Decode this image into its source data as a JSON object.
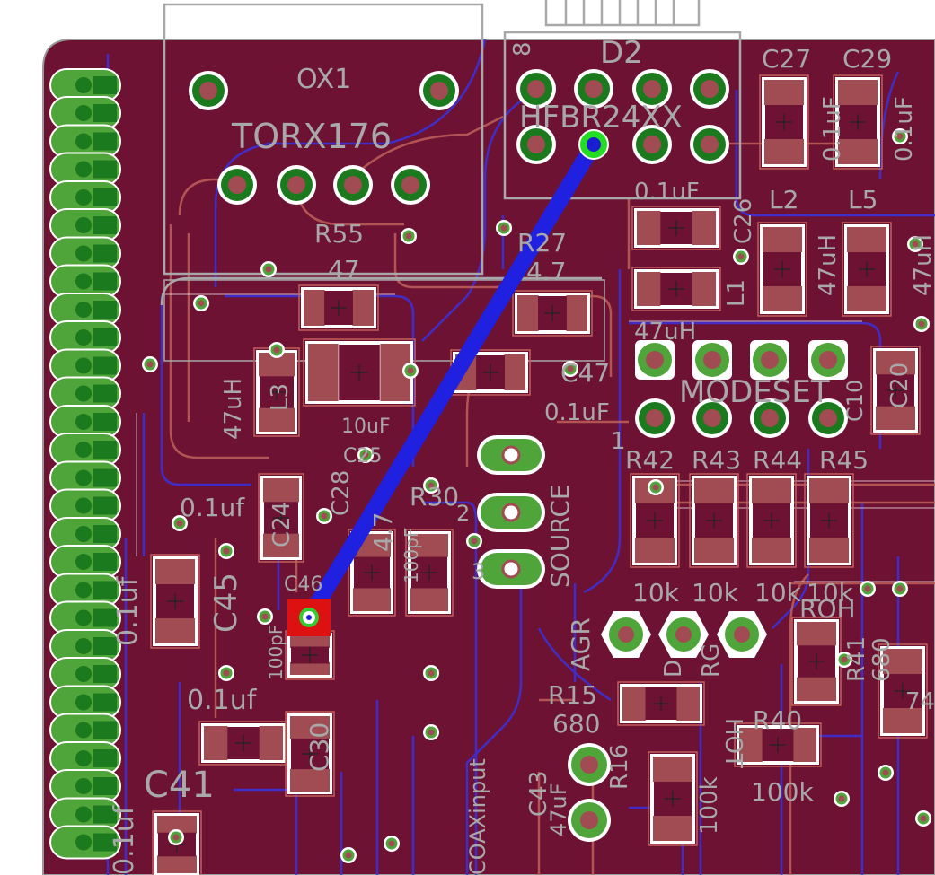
{
  "colors": {
    "board": "#6e1233",
    "copper_bottom": "#3c30d8",
    "copper_top": "#c0605a",
    "silkscreen": "#a8a8a8",
    "pad_green": "#4fa43a",
    "pad_dark": "#1c7a1e",
    "pad_copper": "#a14c52",
    "selected_trace": "#2020e0",
    "selected_pad": "#dd1111"
  },
  "labels": [
    {
      "id": "ox1",
      "text": "OX1"
    },
    {
      "id": "torx",
      "text": "TORX176"
    },
    {
      "id": "d2",
      "text": "D2"
    },
    {
      "id": "d2-1",
      "text": "8"
    },
    {
      "id": "hfbr",
      "text": "HFBR24XX"
    },
    {
      "id": "c27",
      "text": "C27"
    },
    {
      "id": "c29",
      "text": "C29"
    },
    {
      "id": "c27v",
      "text": "0.1uF"
    },
    {
      "id": "c29v",
      "text": "0.1uF"
    },
    {
      "id": "c26v",
      "text": "0.1uF"
    },
    {
      "id": "c26",
      "text": "C26"
    },
    {
      "id": "l2",
      "text": "L2"
    },
    {
      "id": "l5",
      "text": "L5"
    },
    {
      "id": "l2v",
      "text": "47uH"
    },
    {
      "id": "l5v",
      "text": "47uH"
    },
    {
      "id": "l1",
      "text": "L1"
    },
    {
      "id": "l1v",
      "text": "47uH"
    },
    {
      "id": "r55",
      "text": "R55"
    },
    {
      "id": "r55v",
      "text": "47"
    },
    {
      "id": "r27",
      "text": "R27"
    },
    {
      "id": "r27v",
      "text": "4.7"
    },
    {
      "id": "c47",
      "text": "C47"
    },
    {
      "id": "c47v",
      "text": "0.1uF"
    },
    {
      "id": "mode",
      "text": "MODESET"
    },
    {
      "id": "c10",
      "text": "C10"
    },
    {
      "id": "c20",
      "text": "C20"
    },
    {
      "id": "l3v",
      "text": "47uH"
    },
    {
      "id": "l3",
      "text": "L3"
    },
    {
      "id": "c10uf",
      "text": "10uF"
    },
    {
      "id": "c25",
      "text": "C25"
    },
    {
      "id": "c28",
      "text": "C28"
    },
    {
      "id": "c24",
      "text": "C24"
    },
    {
      "id": "c24v",
      "text": "0.1uf"
    },
    {
      "id": "r30",
      "text": "R30"
    },
    {
      "id": "r30v",
      "text": "4.7"
    },
    {
      "id": "c100p",
      "text": "100pF"
    },
    {
      "id": "src",
      "text": "SOURCE"
    },
    {
      "id": "p1",
      "text": "1"
    },
    {
      "id": "p2",
      "text": "2"
    },
    {
      "id": "p3",
      "text": "3"
    },
    {
      "id": "r42",
      "text": "R42"
    },
    {
      "id": "r43",
      "text": "R43"
    },
    {
      "id": "r44",
      "text": "R44"
    },
    {
      "id": "r45",
      "text": "R45"
    },
    {
      "id": "k1",
      "text": "10k"
    },
    {
      "id": "k2",
      "text": "10k"
    },
    {
      "id": "k3",
      "text": "10k"
    },
    {
      "id": "k4",
      "text": "10k"
    },
    {
      "id": "c45",
      "text": "C45"
    },
    {
      "id": "c45v",
      "text": "0.1uf"
    },
    {
      "id": "c46",
      "text": "C46"
    },
    {
      "id": "c46v",
      "text": "100pF"
    },
    {
      "id": "agr",
      "text": "AGR"
    },
    {
      "id": "r15",
      "text": "R15"
    },
    {
      "id": "r15v",
      "text": "680"
    },
    {
      "id": "r40",
      "text": "R40"
    },
    {
      "id": "r40v",
      "text": "100k"
    },
    {
      "id": "r41",
      "text": "R41"
    },
    {
      "id": "r41v",
      "text": "680"
    },
    {
      "id": "c41",
      "text": "C41"
    },
    {
      "id": "c41v",
      "text": "0.1uf"
    },
    {
      "id": "c42v",
      "text": "0.1uf"
    },
    {
      "id": "c30",
      "text": "C30"
    },
    {
      "id": "coax",
      "text": "COAXinput"
    },
    {
      "id": "c43",
      "text": "C43"
    },
    {
      "id": "c43v",
      "text": "47uF"
    },
    {
      "id": "r16",
      "text": "R16"
    },
    {
      "id": "r16v",
      "text": "100k"
    },
    {
      "id": "hot",
      "text": "HOT"
    },
    {
      "id": "roh",
      "text": "ROH"
    },
    {
      "id": "rg",
      "text": "RG"
    },
    {
      "id": "d",
      "text": "D"
    },
    {
      "id": "r74",
      "text": "74"
    }
  ]
}
